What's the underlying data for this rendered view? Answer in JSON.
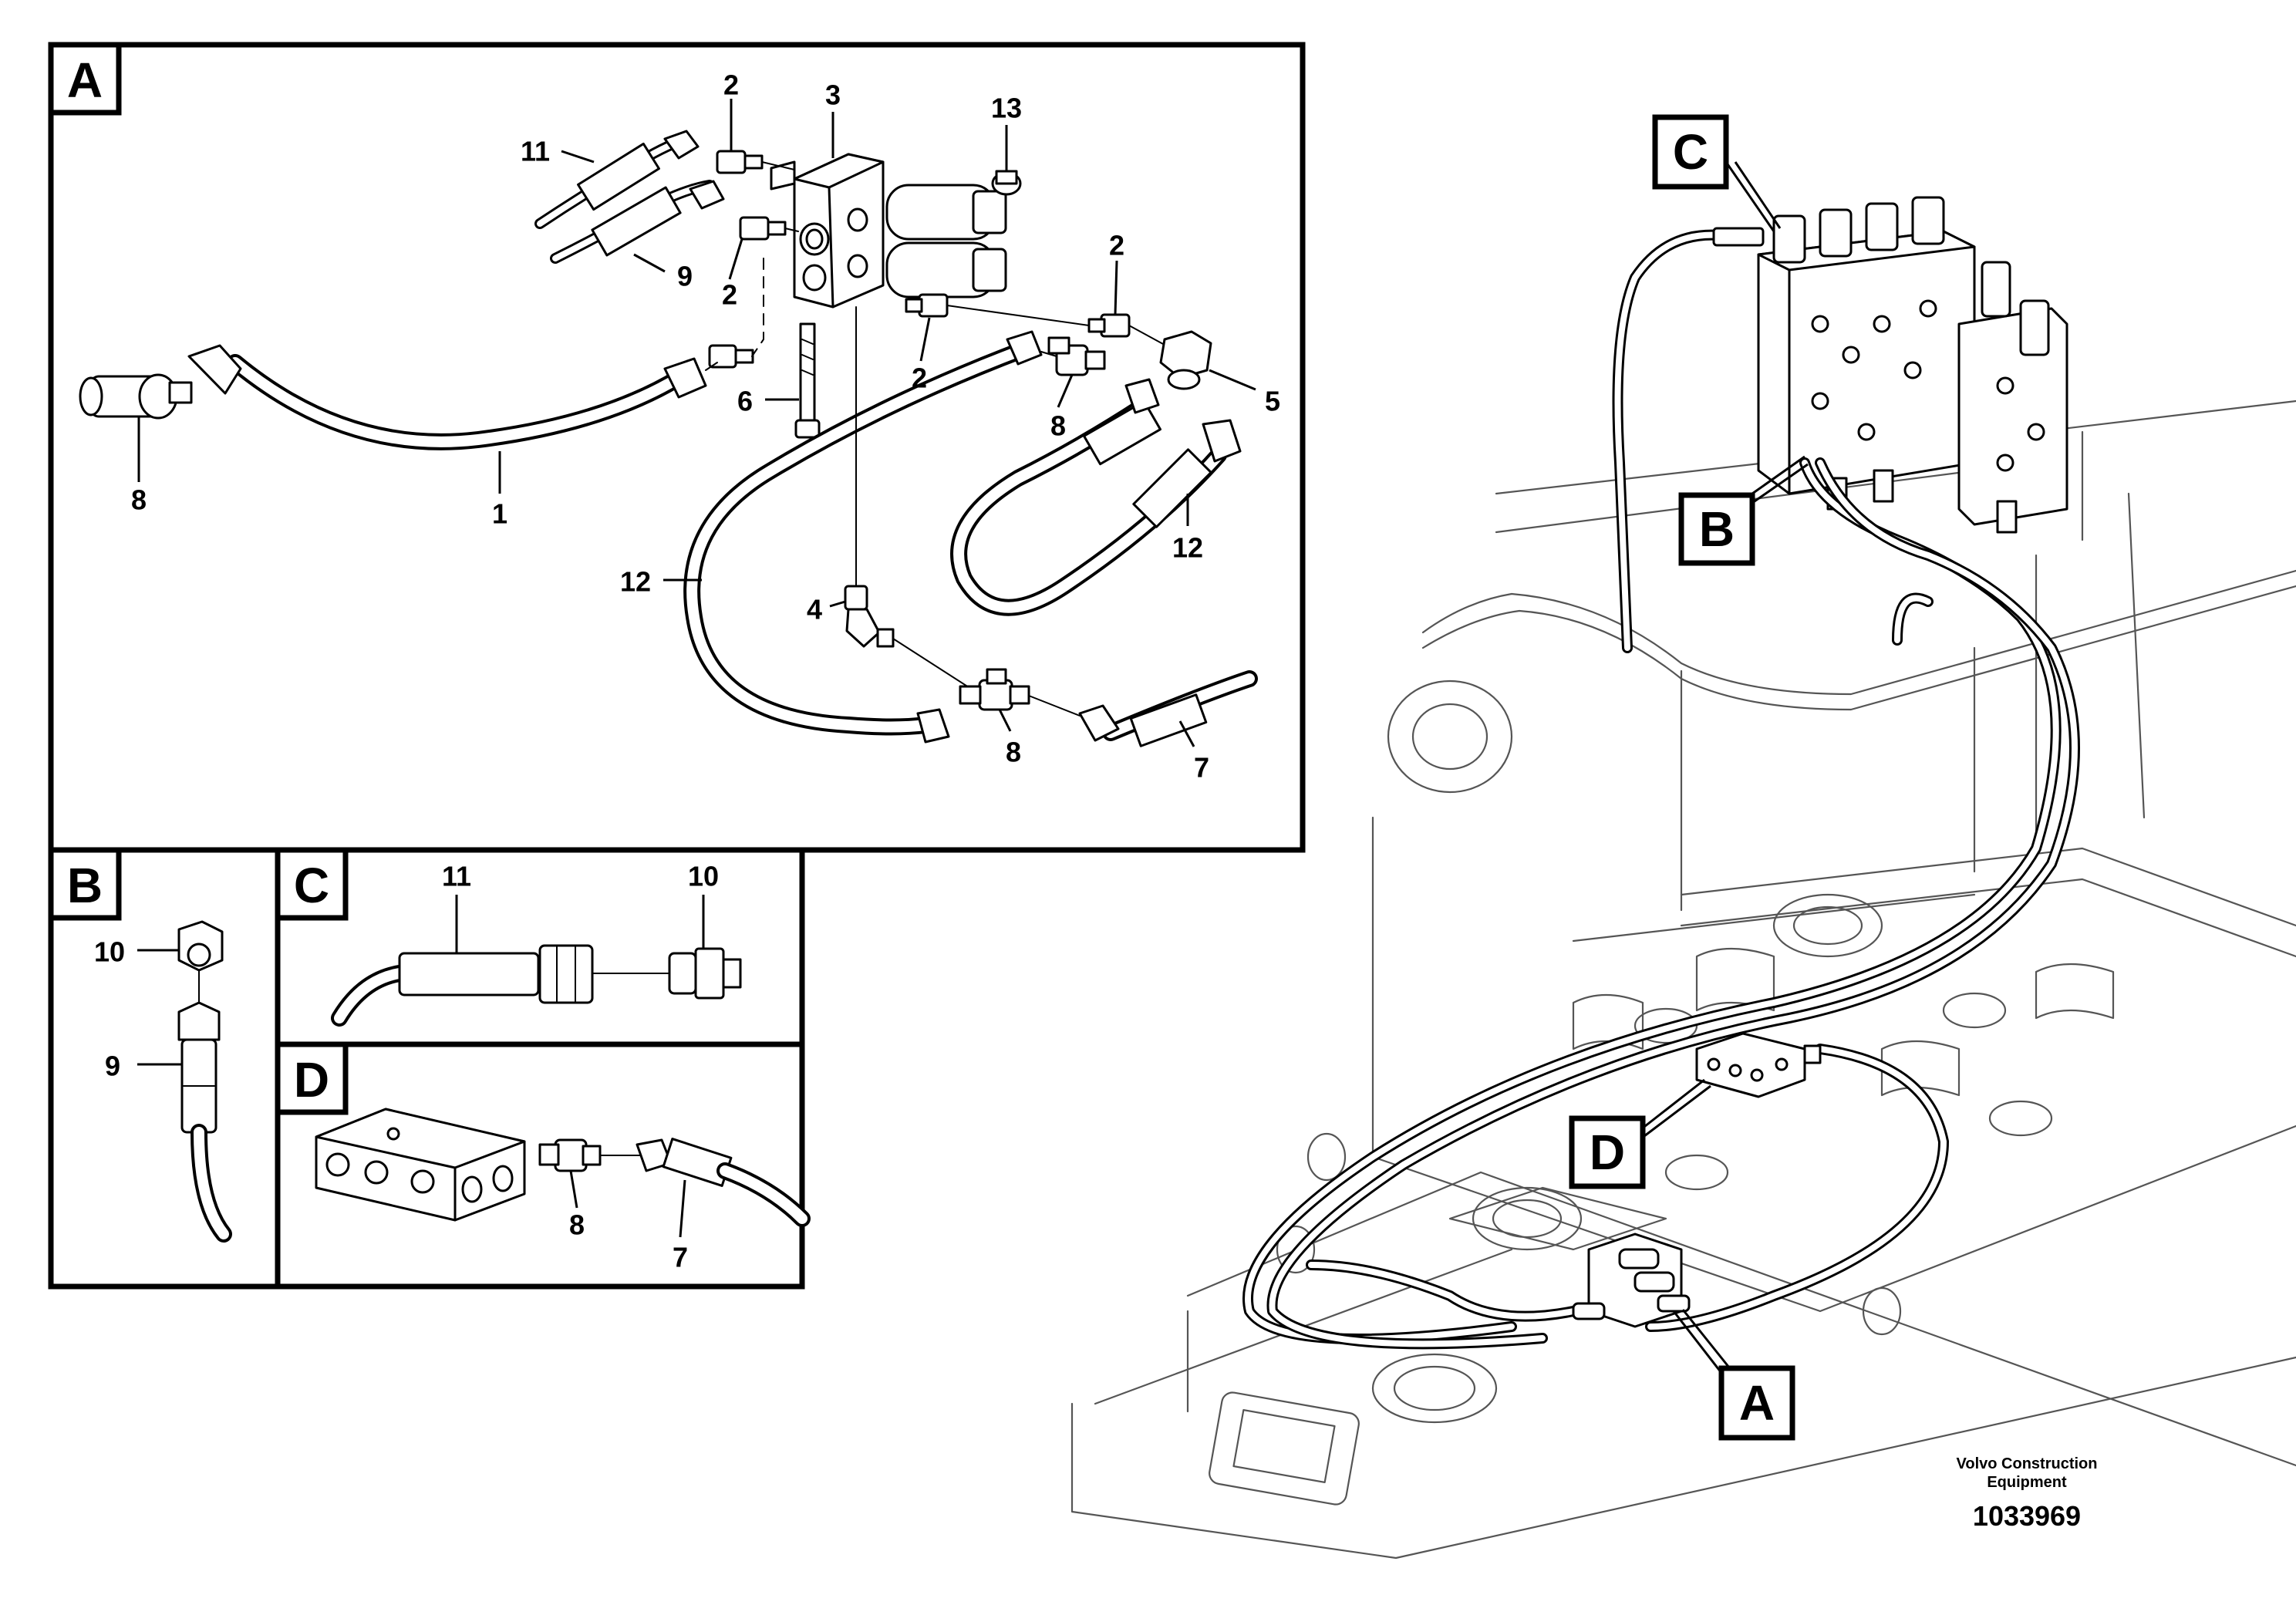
{
  "views": [
    "A",
    "B",
    "C",
    "D"
  ],
  "overview_refs": [
    "C",
    "B",
    "D",
    "A"
  ],
  "callouts": {
    "a_11": "11",
    "a_2_top": "2",
    "a_3": "3",
    "a_13": "13",
    "a_9": "9",
    "a_2_mid": "2",
    "a_2_right": "2",
    "a_2_low": "2",
    "a_6": "6",
    "a_5": "5",
    "a_8_left": "8",
    "a_1": "1",
    "a_8_mid": "8",
    "a_12_right": "12",
    "a_12_left": "12",
    "a_4": "4",
    "a_8_low": "8",
    "a_7": "7",
    "b_10": "10",
    "b_9": "9",
    "c_11": "11",
    "c_10": "10",
    "d_8": "8",
    "d_7": "7"
  },
  "footer": {
    "brand_line1": "Volvo Construction",
    "brand_line2": "Equipment",
    "drawing_number": "1033969"
  }
}
